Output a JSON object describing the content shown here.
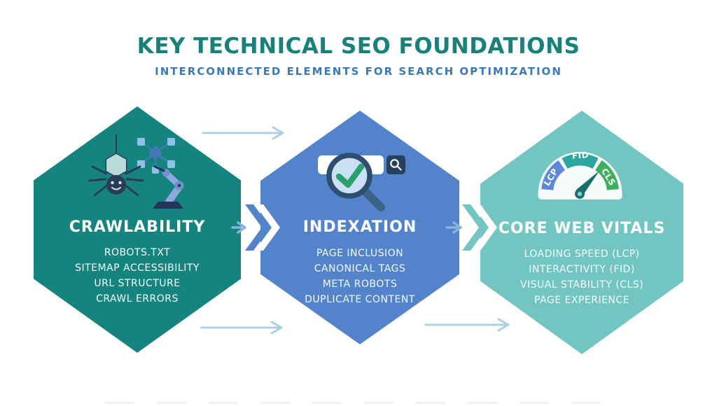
{
  "header": {
    "title": "KEY TECHNICAL SEO FOUNDATIONS",
    "subtitle": "INTERCONNECTED ELEMENTS FOR SEARCH OPTIMIZATION"
  },
  "hexagons": [
    {
      "id": "crawlability",
      "title": "CRAWLABILITY",
      "color": "#16847E",
      "icon": "spider-crawler-robot-arm-icon",
      "items": [
        "ROBOTS.TXT",
        "SITEMAP ACCESSIBILITY",
        "URL STRUCTURE",
        "CRAWL ERRORS"
      ]
    },
    {
      "id": "indexation",
      "title": "INDEXATION",
      "color": "#5383CA",
      "icon": "search-bar-magnifier-check-icon",
      "items": [
        "PAGE INCLUSION",
        "CANONICAL TAGS",
        "META ROBOTS",
        "DUPLICATE CONTENT"
      ]
    },
    {
      "id": "core-web-vitals",
      "title": "CORE WEB VITALS",
      "color": "#72C5C1",
      "icon": "performance-gauge-icon",
      "items": [
        "LOADING SPEED (LCP)",
        "INTERACTIVITY (FID)",
        "VISUAL STABILITY (CLS)",
        "PAGE EXPERIENCE"
      ]
    }
  ],
  "gauge": {
    "segments": [
      {
        "label": "LCP",
        "color": "#5C88D8"
      },
      {
        "label": "FID",
        "color": "#2BA6A0"
      },
      {
        "label": "CLS",
        "color": "#3EB05C"
      }
    ],
    "needle_color": "#156E6C"
  },
  "flow_arrows": [
    {
      "from": "crawlability",
      "to": "indexation",
      "position": "top"
    },
    {
      "from": "crawlability",
      "to": "indexation",
      "position": "middle"
    },
    {
      "from": "crawlability",
      "to": "indexation",
      "position": "bottom"
    },
    {
      "from": "indexation",
      "to": "core-web-vitals",
      "position": "middle"
    },
    {
      "from": "indexation",
      "to": "core-web-vitals",
      "position": "bottom"
    }
  ],
  "colors": {
    "title_teal": "#17817A",
    "subtitle_blue": "#3C7AB6",
    "arrow_pale_blue": "#ABCFE5",
    "arrow_mid_blue": "#8AB4DD",
    "spider_navy": "#2B3C59",
    "spider_head_teal": "#B7DCDC",
    "robot_arm_periwinkle": "#8CA9DE",
    "network_node_blue": "#8FC1E8",
    "search_button_navy": "#27405E",
    "magnifier_rim_navy": "#2E4D70",
    "check_green": "#2AA06E"
  }
}
